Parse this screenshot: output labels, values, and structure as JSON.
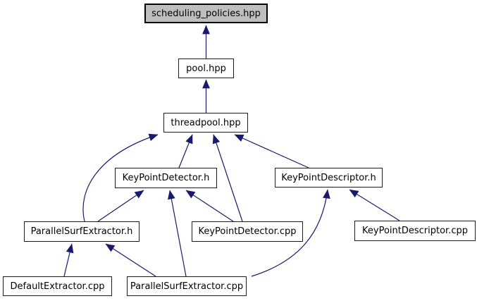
{
  "diagram": {
    "type": "include-dependency-graph",
    "edge_color": "#191970",
    "node_fill": "#ffffff",
    "node_border_color": "#1c1c1c",
    "highlight_fill": "#bebebe",
    "nodes": [
      {
        "id": "scheduling_policies_hpp",
        "label": "scheduling_policies.hpp",
        "highlighted": true
      },
      {
        "id": "pool_hpp",
        "label": "pool.hpp",
        "highlighted": false
      },
      {
        "id": "threadpool_hpp",
        "label": "threadpool.hpp",
        "highlighted": false
      },
      {
        "id": "keypointdetector_h",
        "label": "KeyPointDetector.h",
        "highlighted": false
      },
      {
        "id": "keypointdescriptor_h",
        "label": "KeyPointDescriptor.h",
        "highlighted": false
      },
      {
        "id": "parallelsurfextractor_h",
        "label": "ParallelSurfExtractor.h",
        "highlighted": false
      },
      {
        "id": "keypointdetector_cpp",
        "label": "KeyPointDetector.cpp",
        "highlighted": false
      },
      {
        "id": "keypointdescriptor_cpp",
        "label": "KeyPointDescriptor.cpp",
        "highlighted": false
      },
      {
        "id": "defaultextractor_cpp",
        "label": "DefaultExtractor.cpp",
        "highlighted": false
      },
      {
        "id": "parallelsurfextractor_cpp",
        "label": "ParallelSurfExtractor.cpp",
        "highlighted": false
      }
    ],
    "edges": [
      {
        "from": "pool.hpp",
        "to": "scheduling_policies.hpp"
      },
      {
        "from": "threadpool.hpp",
        "to": "pool.hpp"
      },
      {
        "from": "KeyPointDetector.h",
        "to": "threadpool.hpp"
      },
      {
        "from": "KeyPointDescriptor.h",
        "to": "threadpool.hpp"
      },
      {
        "from": "ParallelSurfExtractor.h",
        "to": "threadpool.hpp"
      },
      {
        "from": "KeyPointDetector.cpp",
        "to": "threadpool.hpp"
      },
      {
        "from": "ParallelSurfExtractor.h",
        "to": "KeyPointDetector.h"
      },
      {
        "from": "KeyPointDetector.cpp",
        "to": "KeyPointDetector.h"
      },
      {
        "from": "ParallelSurfExtractor.cpp",
        "to": "KeyPointDetector.h"
      },
      {
        "from": "ParallelSurfExtractor.cpp",
        "to": "ParallelSurfExtractor.h"
      },
      {
        "from": "DefaultExtractor.cpp",
        "to": "ParallelSurfExtractor.h"
      },
      {
        "from": "KeyPointDescriptor.cpp",
        "to": "KeyPointDescriptor.h"
      },
      {
        "from": "ParallelSurfExtractor.cpp",
        "to": "KeyPointDescriptor.h"
      }
    ]
  }
}
